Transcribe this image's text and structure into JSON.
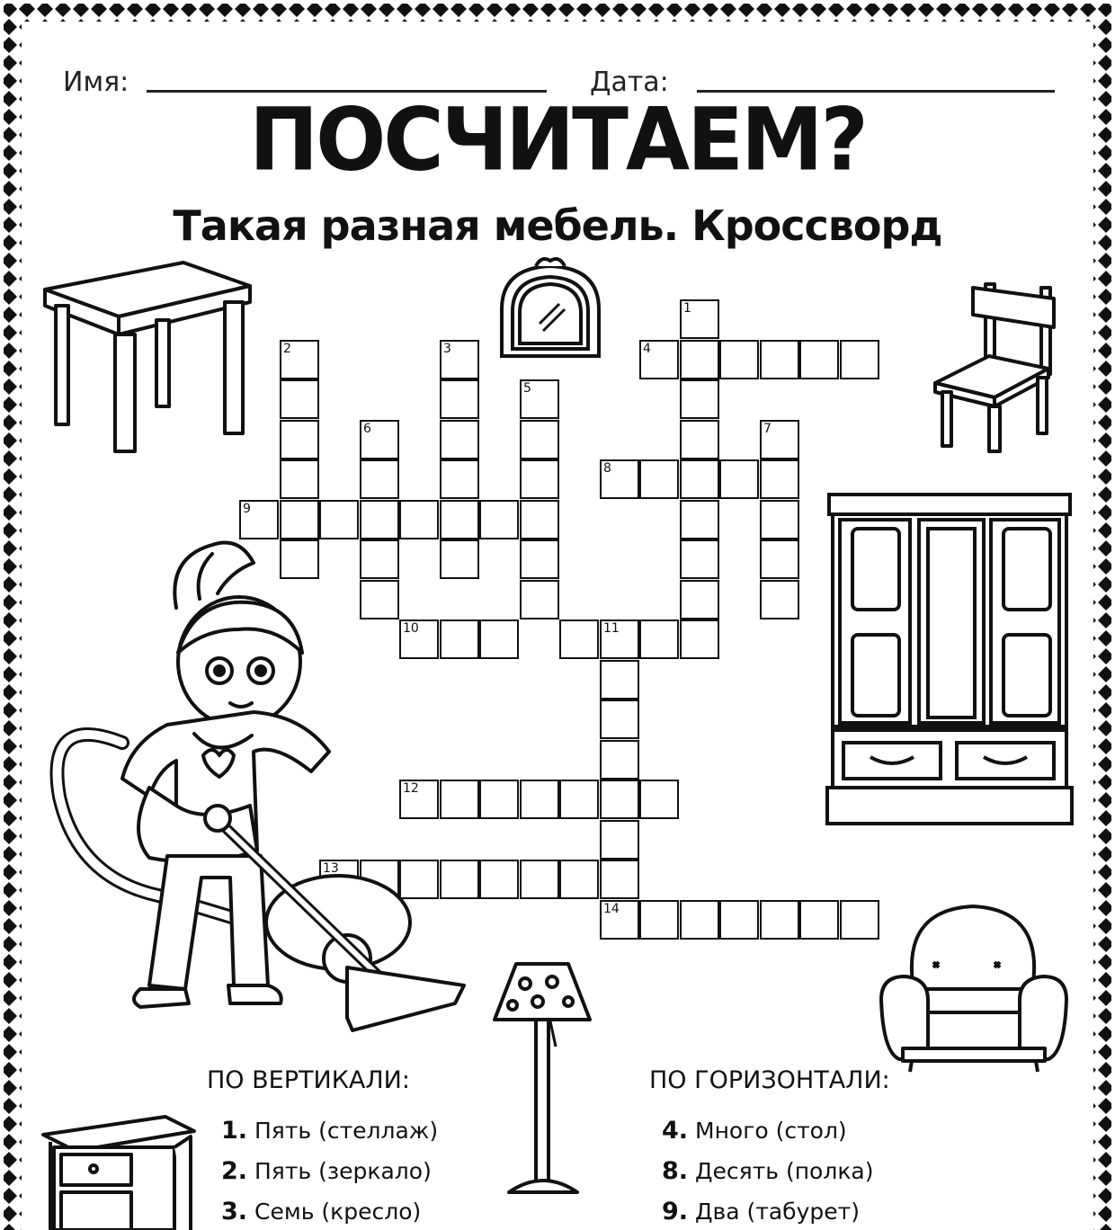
{
  "header": {
    "name_label": "Имя:",
    "date_label": "Дата:"
  },
  "title": "ПОСЧИТАЕМ?",
  "subtitle": "Такая разная мебель. Кроссворд",
  "crossword": {
    "cells": [
      [
        17,
        8
      ],
      [
        17,
        9
      ],
      [
        17,
        10
      ],
      [
        17,
        11
      ],
      [
        17,
        12
      ],
      [
        17,
        13
      ],
      [
        17,
        14
      ],
      [
        17,
        15
      ],
      [
        17,
        16
      ],
      [
        7,
        9
      ],
      [
        7,
        10
      ],
      [
        7,
        11
      ],
      [
        7,
        12
      ],
      [
        7,
        13
      ],
      [
        7,
        14
      ],
      [
        11,
        9
      ],
      [
        11,
        10
      ],
      [
        11,
        11
      ],
      [
        11,
        12
      ],
      [
        11,
        13
      ],
      [
        11,
        14
      ],
      [
        13,
        10
      ],
      [
        13,
        11
      ],
      [
        13,
        12
      ],
      [
        13,
        13
      ],
      [
        13,
        14
      ],
      [
        13,
        15
      ],
      [
        16,
        9
      ],
      [
        18,
        9
      ],
      [
        19,
        9
      ],
      [
        20,
        9
      ],
      [
        21,
        9
      ],
      [
        9,
        11
      ],
      [
        9,
        12
      ],
      [
        9,
        13
      ],
      [
        9,
        14
      ],
      [
        9,
        15
      ],
      [
        19,
        11
      ],
      [
        19,
        12
      ],
      [
        19,
        13
      ],
      [
        19,
        14
      ],
      [
        19,
        15
      ],
      [
        15,
        12
      ],
      [
        16,
        12
      ],
      [
        18,
        12
      ],
      [
        6,
        13
      ],
      [
        8,
        13
      ],
      [
        10,
        13
      ],
      [
        12,
        13
      ],
      [
        10,
        16
      ],
      [
        11,
        16
      ],
      [
        12,
        16
      ],
      [
        14,
        16
      ],
      [
        15,
        16
      ],
      [
        16,
        16
      ],
      [
        15,
        17
      ],
      [
        15,
        18
      ],
      [
        15,
        19
      ],
      [
        15,
        20
      ],
      [
        15,
        21
      ],
      [
        15,
        22
      ],
      [
        15,
        23
      ],
      [
        10,
        20
      ],
      [
        11,
        20
      ],
      [
        12,
        20
      ],
      [
        13,
        20
      ],
      [
        14,
        20
      ],
      [
        16,
        20
      ],
      [
        8,
        22
      ],
      [
        9,
        22
      ],
      [
        10,
        22
      ],
      [
        11,
        22
      ],
      [
        12,
        22
      ],
      [
        13,
        22
      ],
      [
        14,
        22
      ],
      [
        16,
        23
      ],
      [
        17,
        23
      ],
      [
        18,
        23
      ],
      [
        19,
        23
      ],
      [
        20,
        23
      ],
      [
        21,
        23
      ]
    ],
    "numbers": [
      {
        "n": "1",
        "c": 17,
        "r": 8
      },
      {
        "n": "2",
        "c": 7,
        "r": 9
      },
      {
        "n": "3",
        "c": 11,
        "r": 9
      },
      {
        "n": "4",
        "c": 16,
        "r": 9
      },
      {
        "n": "5",
        "c": 13,
        "r": 10
      },
      {
        "n": "6",
        "c": 9,
        "r": 11
      },
      {
        "n": "7",
        "c": 19,
        "r": 11
      },
      {
        "n": "8",
        "c": 15,
        "r": 12
      },
      {
        "n": "9",
        "c": 6,
        "r": 13
      },
      {
        "n": "10",
        "c": 10,
        "r": 16
      },
      {
        "n": "11",
        "c": 15,
        "r": 16
      },
      {
        "n": "12",
        "c": 10,
        "r": 20
      },
      {
        "n": "13",
        "c": 8,
        "r": 22
      },
      {
        "n": "14",
        "c": 15,
        "r": 23
      }
    ]
  },
  "clues": {
    "down_title": "ПО ВЕРТИКАЛИ:",
    "across_title": "ПО ГОРИЗОНТАЛИ:",
    "down": [
      {
        "num": "1.",
        "text": "Пять (стеллаж)"
      },
      {
        "num": "2.",
        "text": "Пять (зеркало)"
      },
      {
        "num": "3.",
        "text": "Семь (кресло)"
      }
    ],
    "across": [
      {
        "num": "4.",
        "text": "Много (стол)"
      },
      {
        "num": "8.",
        "text": "Десять (полка)"
      },
      {
        "num": "9.",
        "text": "Два (табурет)"
      }
    ]
  },
  "illustrations": [
    "table-icon",
    "mirror-icon",
    "chair-icon",
    "wardrobe-icon",
    "girl-vacuum-icon",
    "floor-lamp-icon",
    "armchair-icon",
    "nightstand-icon"
  ]
}
